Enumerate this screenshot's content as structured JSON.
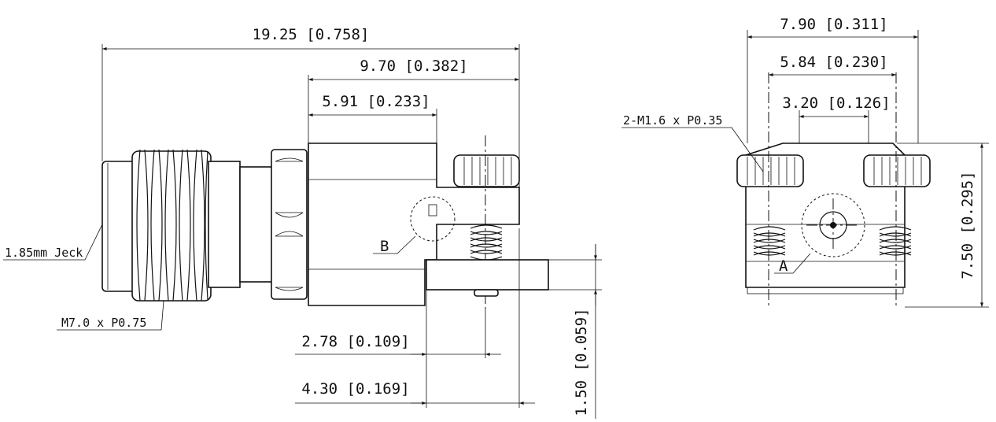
{
  "side_view": {
    "overall_length": "19.25 [0.758]",
    "body_to_end": "9.70 [0.382]",
    "flange_to_step": "5.91 [0.233]",
    "screw_offset": "2.78 [0.109]",
    "pin_length": "4.30 [0.169]",
    "pin_thickness": "1.50 [0.059]",
    "jack_label": "1.85mm Jeck",
    "thread_label": "M7.0 x P0.75",
    "detail_b": "B"
  },
  "end_view": {
    "width": "7.90 [0.311]",
    "screw_spacing": "5.84 [0.230]",
    "inner_spacing": "3.20 [0.126]",
    "height": "7.50 [0.295]",
    "screw_label": "2-M1.6 x P0.35",
    "detail_a": "A"
  }
}
